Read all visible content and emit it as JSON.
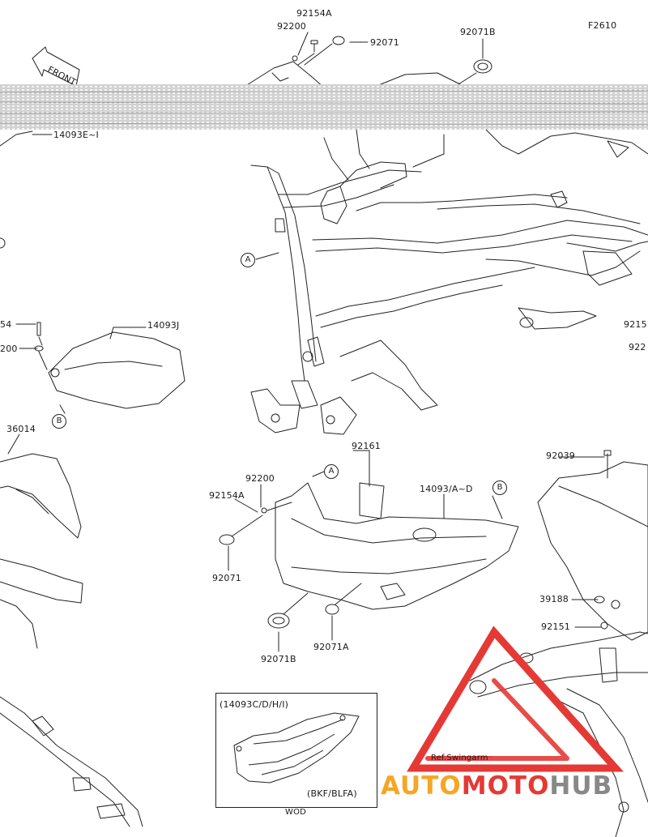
{
  "diagram": {
    "code": "F2610",
    "front_label": "FRONT",
    "labels": {
      "l_92154A_top": "92154A",
      "l_92200_top": "92200",
      "l_92071_top": "92071",
      "l_92071B_top": "92071B",
      "l_14093EI": "14093E~I",
      "l_54_left": "54",
      "l_200_left": "200",
      "l_14093J": "14093J",
      "l_36014": "36014",
      "l_9215_right": "9215",
      "l_922_right": "922",
      "l_92161": "92161",
      "l_92200_mid": "92200",
      "l_92154A_mid": "92154A",
      "l_14093AD": "14093/A~D",
      "l_92071_mid": "92071",
      "l_92071B_mid": "92071B",
      "l_92071A_mid": "92071A",
      "l_92039": "92039",
      "l_39188": "39188",
      "l_92151": "92151",
      "l_refswing": "Ref.Swingarm"
    },
    "refs": {
      "A1": "A",
      "A2": "A",
      "B1": "B",
      "B2": "B"
    },
    "inset": {
      "title": "(14093C/D/H/I)",
      "note": "(BKF/BLFA)",
      "caption": "WOD"
    }
  },
  "watermark": {
    "text_auto": "AUTO",
    "text_moto": "MOTO",
    "text_hub": "HUB",
    "color_primary": "#e53935",
    "color_secondary": "#f5a623",
    "color_tertiary": "#888888"
  }
}
